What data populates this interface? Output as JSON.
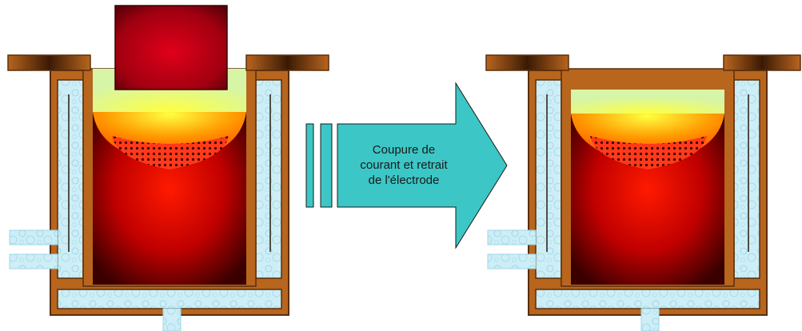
{
  "arrow": {
    "caption_lines": [
      "Coupure de",
      "courant et retrait",
      "de l'électrode"
    ],
    "fill_color": "#3cc6c6"
  },
  "colors": {
    "crucible_wood": "#b8651e",
    "crucible_edge": "#5a2e0a",
    "coolant": "#cdeef6",
    "slag": "#d6f5a6",
    "melt_hot": "#ffff40",
    "melt_core": "#ff1a00",
    "ingot_dark": "#3a0000",
    "electrode": "#b0001a"
  },
  "furnaces": [
    {
      "name": "furnace-with-electrode",
      "has_electrode": true
    },
    {
      "name": "furnace-after-electrode-removal",
      "has_electrode": false
    }
  ]
}
